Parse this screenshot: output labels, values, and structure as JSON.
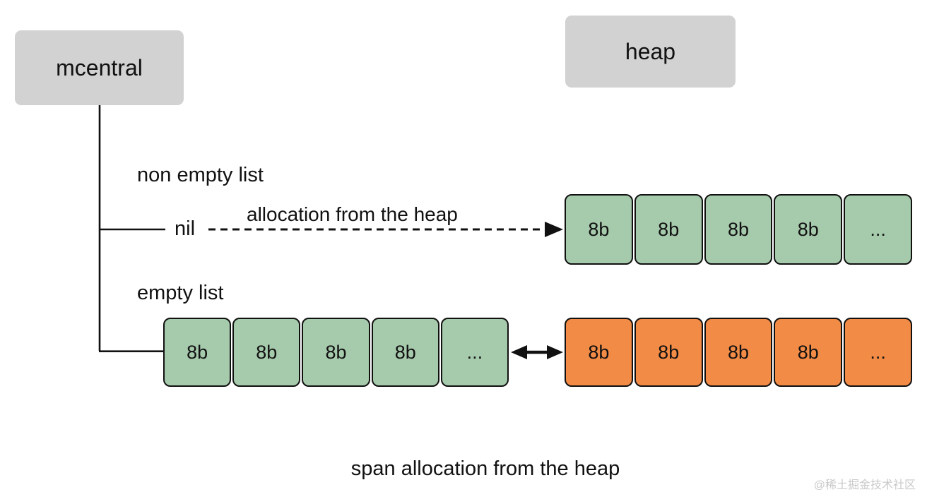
{
  "colors": {
    "box-gray": "#d2d2d2",
    "cell-green": "#a6caac",
    "cell-orange": "#f28b46",
    "line": "#111111",
    "text": "#111111",
    "watermark": "#c9c9c9"
  },
  "nodes": {
    "mcentral": {
      "label": "mcentral"
    },
    "heap": {
      "label": "heap"
    }
  },
  "labels": {
    "non_empty_list": "non empty list",
    "empty_list": "empty list",
    "nil": "nil",
    "allocation_arrow": "allocation from the heap",
    "caption": "span allocation from the heap",
    "watermark": "@稀土掘金技术社区"
  },
  "rows": {
    "heap_spans_top": {
      "cells": [
        "8b",
        "8b",
        "8b",
        "8b",
        "..."
      ]
    },
    "empty_list_spans": {
      "cells": [
        "8b",
        "8b",
        "8b",
        "8b",
        "..."
      ]
    },
    "heap_spans_bottom": {
      "cells": [
        "8b",
        "8b",
        "8b",
        "8b",
        "..."
      ]
    }
  }
}
